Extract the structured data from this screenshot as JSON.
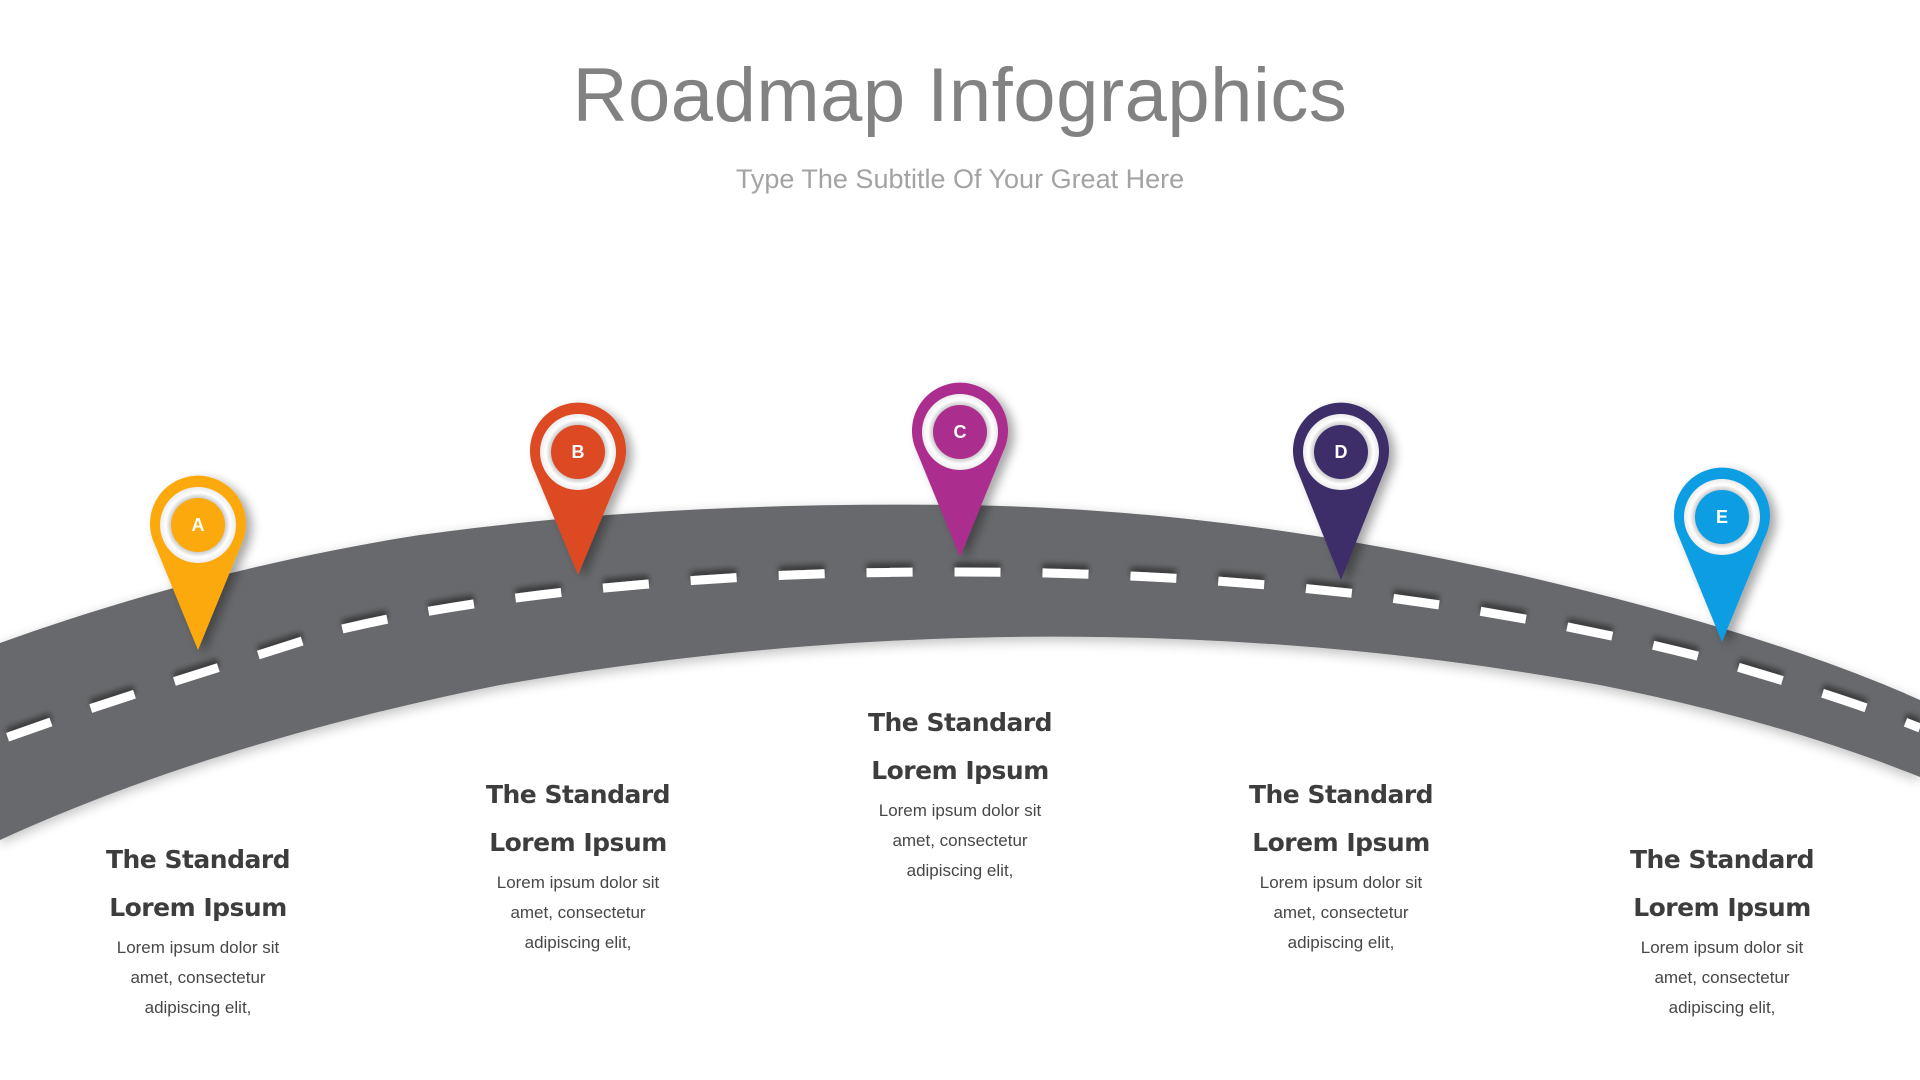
{
  "header": {
    "title": "Roadmap Infographics",
    "subtitle": "Type The Subtitle Of Your Great Here"
  },
  "road": {
    "color": "#68696c",
    "dash_color": "#ffffff"
  },
  "milestones": [
    {
      "letter": "A",
      "color": "#fca90a",
      "title_line1": "The Standard",
      "title_line2": "Lorem Ipsum",
      "body_line1": "Lorem ipsum dolor sit",
      "body_line2": "amet, consectetur",
      "body_line3": "adipiscing elit,"
    },
    {
      "letter": "B",
      "color": "#dc4a20",
      "title_line1": "The Standard",
      "title_line2": "Lorem Ipsum",
      "body_line1": "Lorem ipsum dolor sit",
      "body_line2": "amet, consectetur",
      "body_line3": "adipiscing elit,"
    },
    {
      "letter": "C",
      "color": "#ab2d8f",
      "title_line1": "The Standard",
      "title_line2": "Lorem Ipsum",
      "body_line1": "Lorem ipsum dolor sit",
      "body_line2": "amet, consectetur",
      "body_line3": "adipiscing elit,"
    },
    {
      "letter": "D",
      "color": "#3e2e6b",
      "title_line1": "The Standard",
      "title_line2": "Lorem Ipsum",
      "body_line1": "Lorem ipsum dolor sit",
      "body_line2": "amet, consectetur",
      "body_line3": "adipiscing elit,"
    },
    {
      "letter": "E",
      "color": "#0b9de2",
      "title_line1": "The Standard",
      "title_line2": "Lorem Ipsum",
      "body_line1": "Lorem ipsum dolor sit",
      "body_line2": "amet, consectetur",
      "body_line3": "adipiscing elit,"
    }
  ]
}
